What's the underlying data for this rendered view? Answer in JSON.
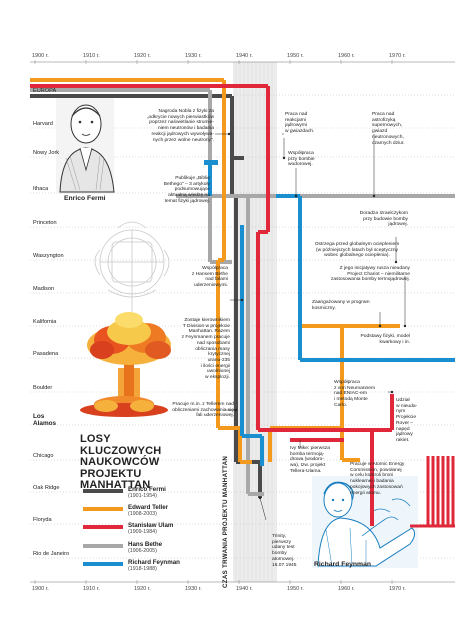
{
  "years": [
    "1900 r.",
    "1910 r.",
    "1920 r.",
    "1930 r.",
    "1940 r.",
    "1950 r.",
    "1960 r.",
    "1970 r."
  ],
  "cities": [
    "EUROPA",
    "Harvard",
    "Nowy Jork",
    "Ithaca",
    "Princeton",
    "Waszyngton",
    "Madison",
    "Kalifornia",
    "Pasadena",
    "Boulder",
    "Los Alamos",
    "Chicago",
    "Oak Ridge",
    "Floryda",
    "Rio de Janeiro"
  ],
  "title": "LOSY KLUCZOWYCH NAUKOWCÓW PROJEKTU MANHATTAN",
  "period_label": "CZAS TRWANIA PROJEKTU MANHATTAN",
  "legend": [
    {
      "name": "Enrico Fermi",
      "years": "(1901-1954)",
      "color": "#4a4a4a"
    },
    {
      "name": "Edward Teller",
      "years": "(1908-2003)",
      "color": "#f39a1e"
    },
    {
      "name": "Stanisław Ulam",
      "years": "(1909-1984)",
      "color": "#e0283a"
    },
    {
      "name": "Hans Bethe",
      "years": "(1906-2005)",
      "color": "#a8a8a8"
    },
    {
      "name": "Richard Feynman",
      "years": "(1918-1988)",
      "color": "#1a8fd0"
    }
  ],
  "portraits": {
    "fermi": "Enrico Fermi",
    "feynman": "Richard Feynman"
  },
  "notes": {
    "nobel": "Nagroda Nobla z fizyki za\n„odkrycie nowych pierwiastków\npoprzez naświetlanie strumie-\nniem neutronów i badania\nreakcji jądrowych wywoływa-\nnych przez wolne neutrony”.",
    "bible": "Publikuje „Biblię\nBethego” – 3 artykuły\npodsumowujące\naktualną wiedzę na\ntemat fizyki jądrowej.",
    "waszyngton": "Współpraca\nz Hansem Bethe\nnad falami\nuderzeniowymi.",
    "tdivision": "Zostaje kierownikiem\nT Division w projekcie\nManhattan. Razem\nz Feynmanem pracuje\nnad sposobami\nobliczania masy\nkrytycznej\nuranu-235\ni ilości energii\nuwolnionej\nw eksplozji.",
    "shockwave": "Pracuje m.in. z Tellerem nad\nobliczeniami zachowania się\nfali uderzeniowej.",
    "reactions": "Praca nad\nreakcjami\njądrowymi\nw gwiazdach.",
    "astro": "Praca nad\nastrofizyką\nsupernowych,\ngwiazd\nneutronowych,\nczarnych dziur.",
    "hbomb": "Współpraca\nprzy bombie\nwodorowej.",
    "israel": "Doradza Izraelczykom\nprzy budowie bomby\njądrowej.",
    "warming": "Ostrzega przed globalnym ociepleniem\n(w późniejszych latach był sceptyczny\nwobec globalnego ocieplenia).",
    "chariot": "Z jego inicjatywy rusza nieudany\nProject Chariot – niemilitarne\nzastosowania bomby termojądrowej.",
    "space": "Zaangażowany w program\nkosmiczny.",
    "quarks": "Podstawy fizyki, model\nkwarkowy i in.",
    "eniac": "Współpraca\nz von Neumannem\nnad ENIAC-em\ni metodą Monte\nCarlo.",
    "ivy": "Ivy Mike: pierwsza\nbomba termoją-\ndrowa (wodoro-\nwa), tzw. projekt\nTellera-Ulama.",
    "rover": "Udział\nw nieuda-\nnym\nProjekcie\nRover –\nnapęd\njądrowy\nrakiet.",
    "trinity": "Trinity,\npierwszy\nudany test\nbomby\natomowej.\n16.07.1945",
    "aec": "Pracuje w Atomic Energy\nCommission, powołanej\nw celu kontroli broni\nnuklearnej i badania\npokojowych zastosowań\nenergii atomu."
  }
}
